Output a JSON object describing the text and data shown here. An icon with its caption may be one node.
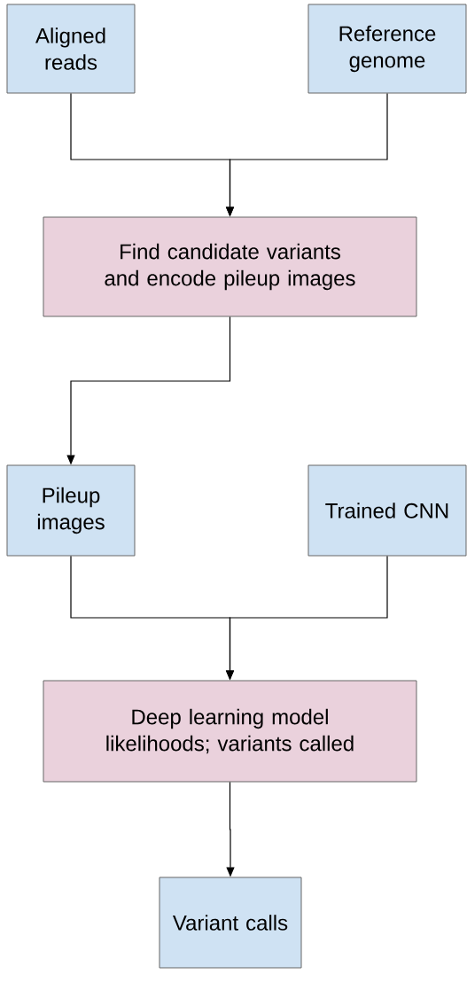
{
  "diagram": {
    "nodes": [
      {
        "text": [
          "Aligned reads"
        ]
      },
      {
        "text": [
          "Reference genome"
        ]
      },
      {
        "text": [
          "Find candidate variants and encode pileup images"
        ]
      },
      {
        "text": [
          "Pileup images"
        ]
      },
      {
        "text": [
          "Trained CNN"
        ]
      },
      {
        "text": [
          "Deep learning model likelihoods; variants called"
        ]
      },
      {
        "text": [
          "Variant calls"
        ]
      }
    ],
    "edges": [
      {
        "from": 0,
        "to": 2,
        "arrow": "to"
      },
      {
        "from": 1,
        "to": 2,
        "arrow": "to"
      },
      {
        "from": 2,
        "to": 3,
        "arrow": "to"
      },
      {
        "from": 3,
        "to": 5,
        "arrow": "to"
      },
      {
        "from": 4,
        "to": 5,
        "arrow": "to"
      },
      {
        "from": 5,
        "to": 6,
        "arrow": "to"
      }
    ]
  }
}
